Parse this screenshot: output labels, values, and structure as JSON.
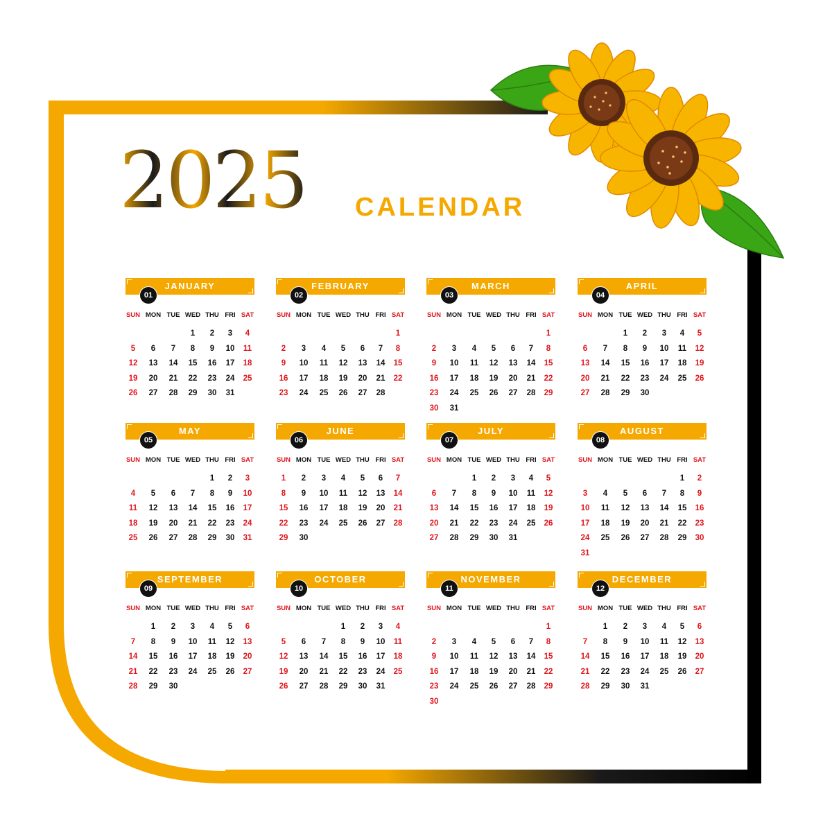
{
  "header": {
    "year": "2025",
    "subtitle": "CALENDAR"
  },
  "colors": {
    "accent": "#f5a800",
    "dark": "#111111",
    "weekend": "#e0141b",
    "leaf": "#3aa616",
    "petal": "#f7b500",
    "seed": "#5a2a10"
  },
  "decoration": {
    "flower": "sunflower-icon",
    "leaf": "leaf-icon"
  },
  "weekdays": [
    "SUN",
    "MON",
    "TUE",
    "WED",
    "THU",
    "FRI",
    "SAT"
  ],
  "months": [
    {
      "num": "01",
      "name": "JANUARY",
      "start": 3,
      "days": 31
    },
    {
      "num": "02",
      "name": "FEBRUARY",
      "start": 6,
      "days": 28
    },
    {
      "num": "03",
      "name": "MARCH",
      "start": 6,
      "days": 31
    },
    {
      "num": "04",
      "name": "APRIL",
      "start": 2,
      "days": 30
    },
    {
      "num": "05",
      "name": "MAY",
      "start": 4,
      "days": 31
    },
    {
      "num": "06",
      "name": "JUNE",
      "start": 0,
      "days": 30
    },
    {
      "num": "07",
      "name": "JULY",
      "start": 2,
      "days": 31
    },
    {
      "num": "08",
      "name": "AUGUST",
      "start": 5,
      "days": 31
    },
    {
      "num": "09",
      "name": "SEPTEMBER",
      "start": 1,
      "days": 30
    },
    {
      "num": "10",
      "name": "OCTOBER",
      "start": 3,
      "days": 31
    },
    {
      "num": "11",
      "name": "NOVEMBER",
      "start": 6,
      "days": 30
    },
    {
      "num": "12",
      "name": "DECEMBER",
      "start": 1,
      "days": 31
    }
  ]
}
